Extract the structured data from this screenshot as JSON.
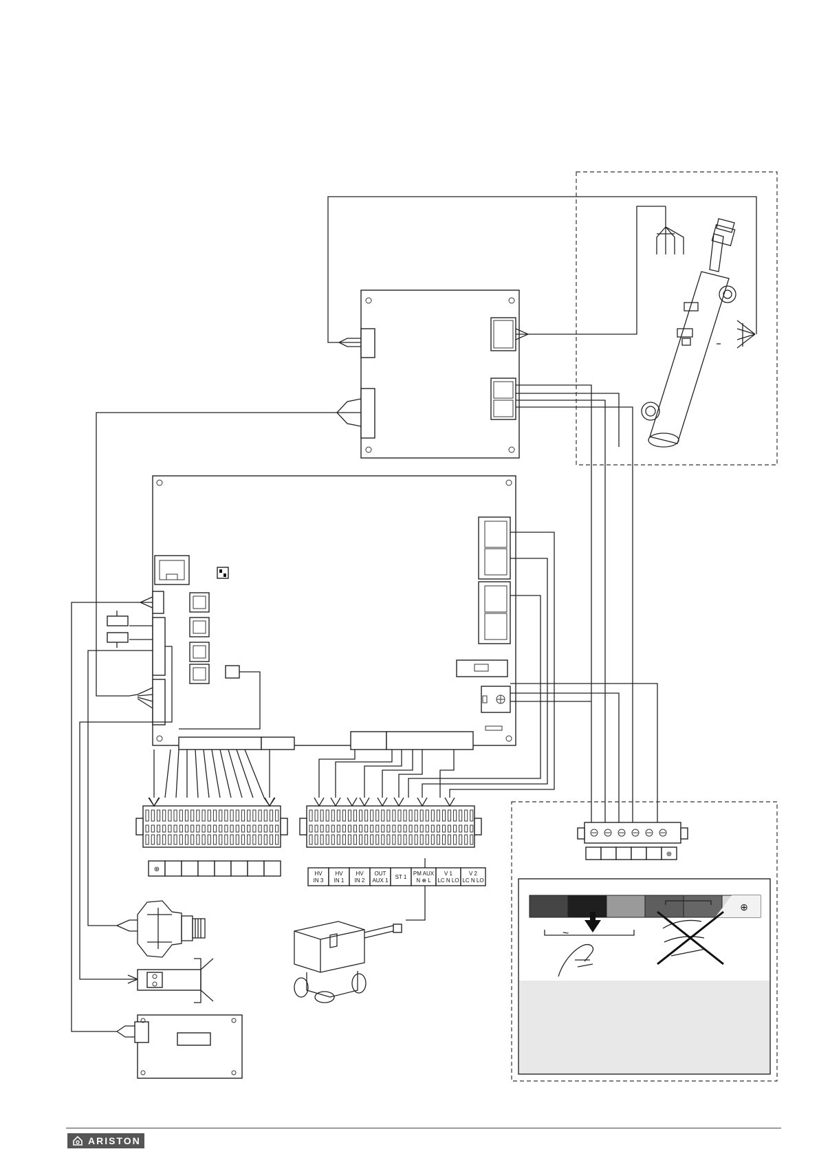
{
  "terminals_left": {
    "cells": [
      "⊕",
      "",
      "",
      "",
      "",
      "",
      "",
      ""
    ]
  },
  "terminals_right": {
    "labels": [
      {
        "top": "HV",
        "bottom": "IN 3"
      },
      {
        "top": "HV",
        "bottom": "IN 1"
      },
      {
        "top": "HV",
        "bottom": "IN 2"
      },
      {
        "top": "OUT",
        "bottom": "AUX 1"
      },
      {
        "top": "ST 1",
        "bottom": ""
      },
      {
        "top": "PM AUX",
        "bottom": "N ⊕ L"
      },
      {
        "top": "V 1",
        "bottom": "LC N LO"
      },
      {
        "top": "V 2",
        "bottom": "LC N LO"
      }
    ]
  },
  "power_terminal": {
    "cells": [
      "",
      "",
      "",
      "",
      "",
      "⊕"
    ]
  },
  "color_strip": {
    "colors": [
      "#454545",
      "#1f1f1f",
      "#9a9a9a",
      "#5e5e5e",
      "#666666",
      "#d8d8d8"
    ],
    "earth_symbol": "⊕",
    "ac_symbol": "~"
  },
  "footer": {
    "brand": "ARISTON"
  }
}
